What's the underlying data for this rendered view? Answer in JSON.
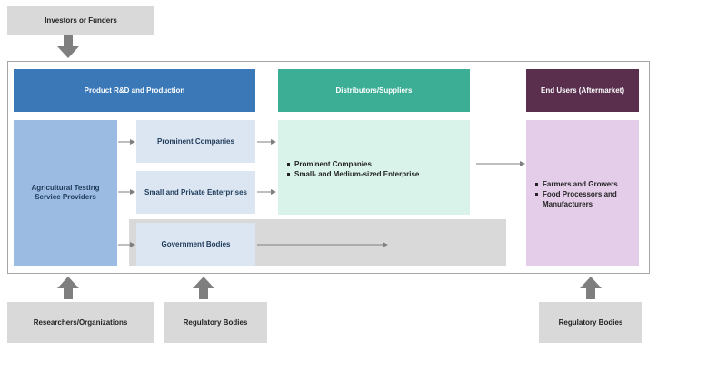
{
  "top": {
    "investors": "Investors or Funders"
  },
  "headers": {
    "rnd": "Product R&D and Production",
    "distributors": "Distributors/Suppliers",
    "end_users": "End Users (Aftermarket)"
  },
  "producers": {
    "agri": "Agricultural Testing Service Providers",
    "prominent": "Prominent Companies",
    "small": "Small and Private Enterprises",
    "government": "Government Bodies"
  },
  "distributors": {
    "items": [
      "Prominent Companies",
      "Small- and Medium-sized Enterprise"
    ]
  },
  "end_users": {
    "items": [
      "Farmers and Growers",
      "Food Processors and Manufacturers"
    ]
  },
  "bottom": {
    "researchers": "Researchers/Organizations",
    "regulatory_left": "Regulatory Bodies",
    "regulatory_right": "Regulatory Bodies"
  },
  "colors": {
    "header_blue": "#3a78b8",
    "header_teal": "#3dae96",
    "header_purple": "#5a2f4e",
    "arrow_grey": "#7f7f7f"
  }
}
